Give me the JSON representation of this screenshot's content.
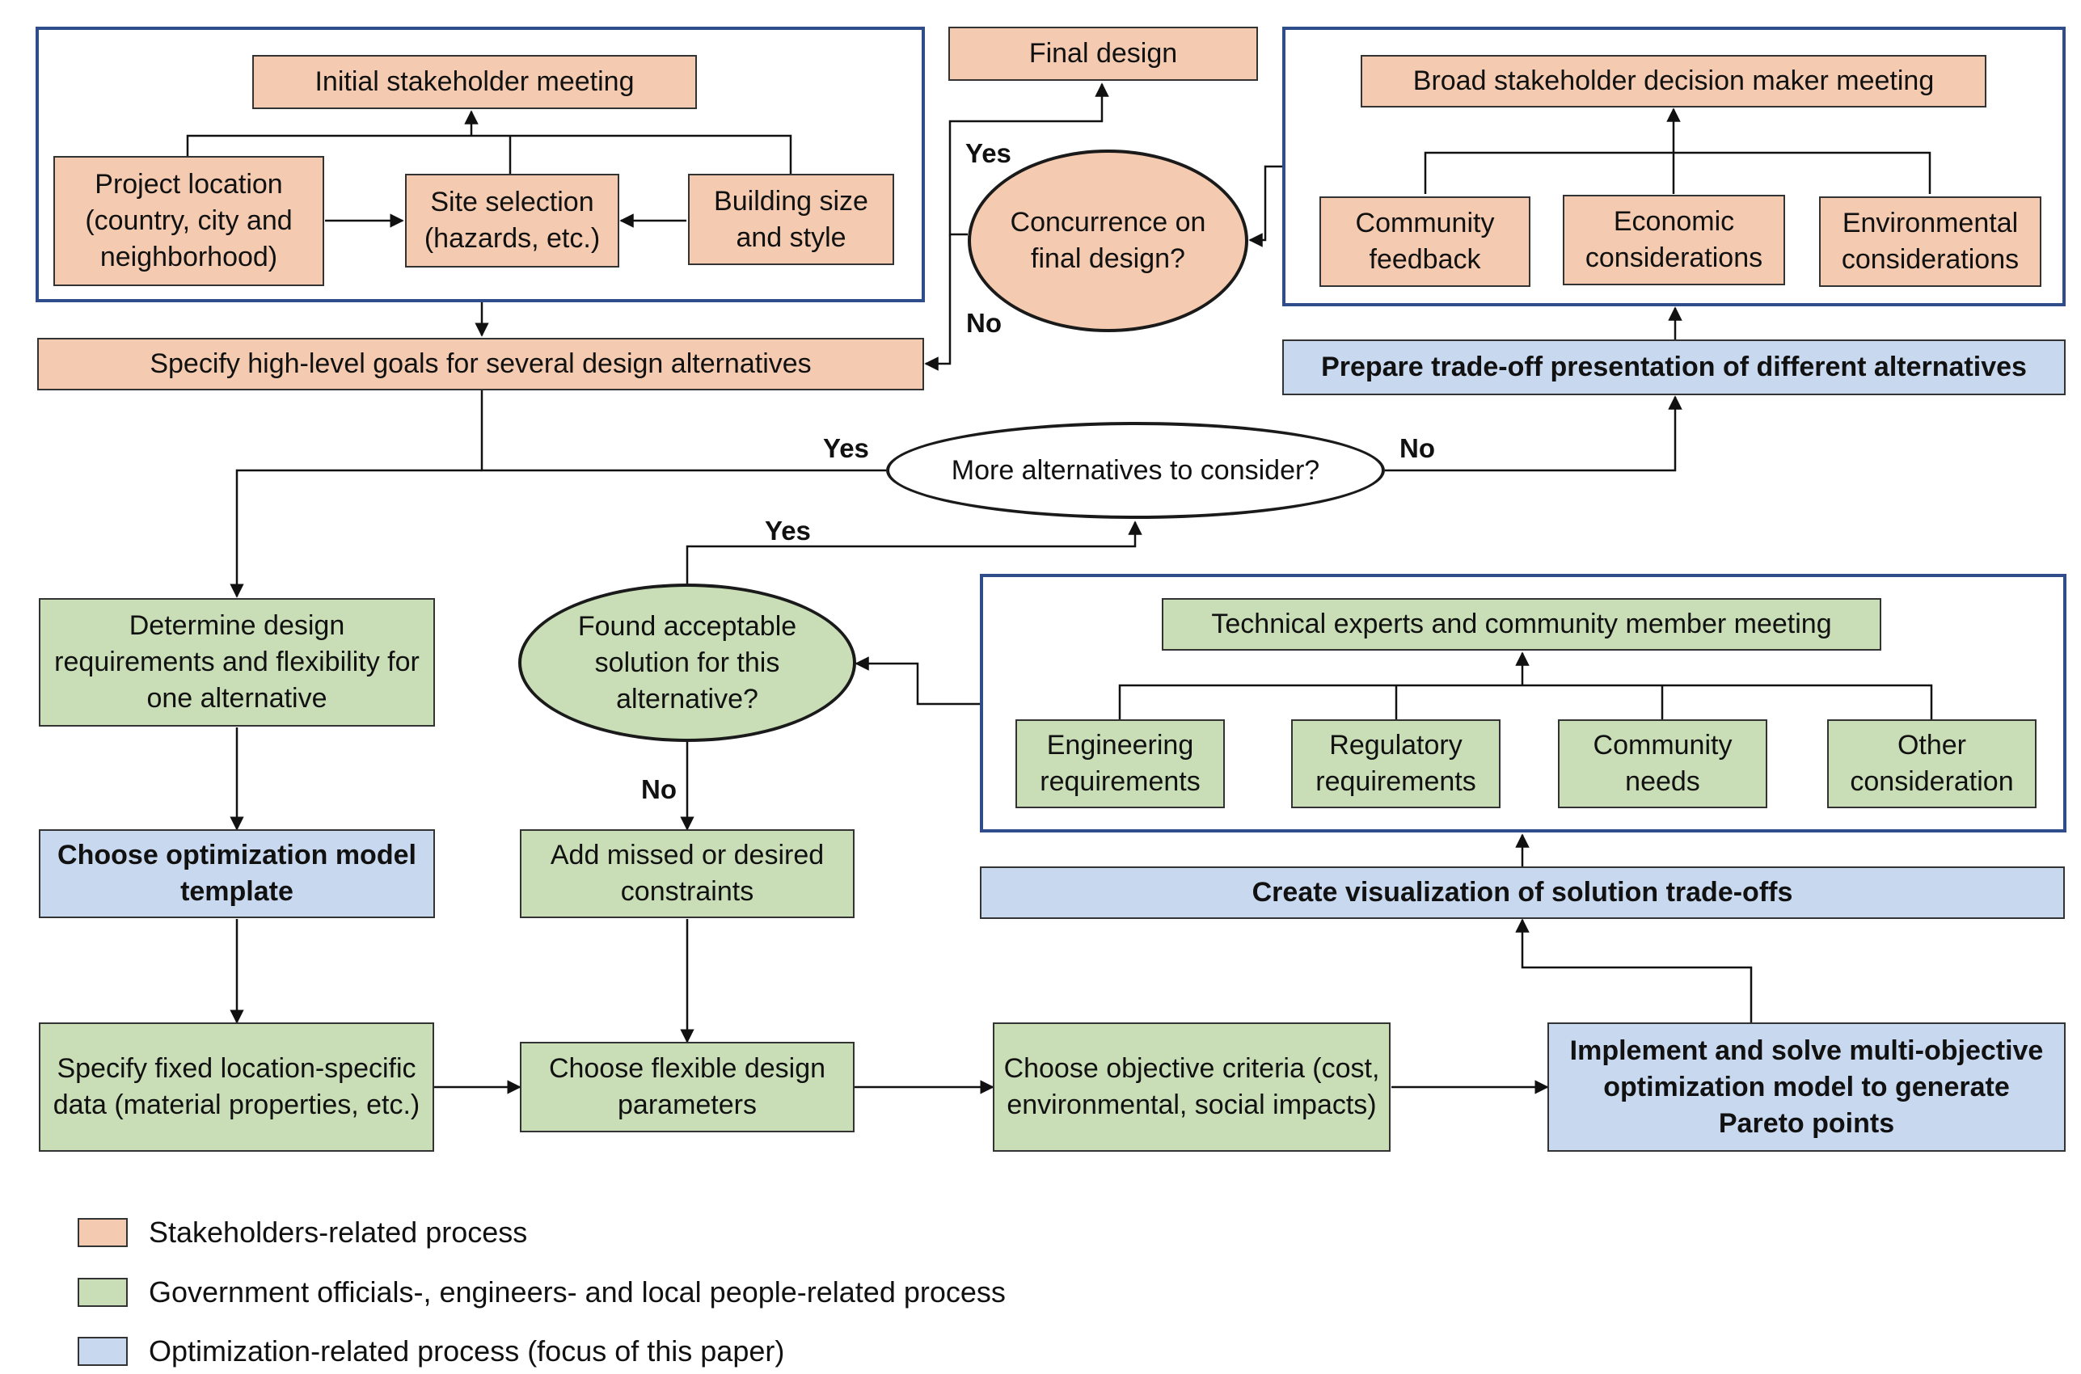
{
  "colors": {
    "stakeholder": "#f4cbb0",
    "government": "#c9deb7",
    "optimization": "#c8d8ee",
    "group_border": "#2f4d8a"
  },
  "nodes": {
    "initial_meeting": "Initial stakeholder meeting",
    "project_location": "Project location (country, city and neighborhood)",
    "site_selection": "Site selection (hazards, etc.)",
    "building_size": "Building size and style",
    "final_design": "Final design",
    "concurrence": "Concurrence on final design?",
    "broad_meeting": "Broad stakeholder decision maker meeting",
    "community_feedback": "Community feedback",
    "economic": "Economic considerations",
    "environmental": "Environmental considerations",
    "specify_goals": "Specify high-level goals for several design alternatives",
    "prepare_tradeoff": "Prepare trade-off presentation of different alternatives",
    "more_alternatives": "More alternatives to consider?",
    "determine_requirements": "Determine design requirements and flexibility for one alternative",
    "found_solution": "Found acceptable solution for this alternative?",
    "tech_meeting": "Technical experts and community member meeting",
    "engineering": "Engineering requirements",
    "regulatory": "Regulatory requirements",
    "community_needs": "Community needs",
    "other": "Other consideration",
    "choose_template": "Choose optimization model template",
    "add_constraints": "Add missed or desired constraints",
    "create_viz": "Create visualization of solution trade-offs",
    "specify_fixed": "Specify fixed location-specific data (material properties, etc.)",
    "choose_flexible": "Choose flexible design parameters",
    "choose_objective": "Choose objective criteria (cost, environmental, social impacts)",
    "implement": "Implement and solve multi-objective optimization model to generate Pareto points"
  },
  "edge_labels": {
    "concurrence_yes": "Yes",
    "concurrence_no": "No",
    "more_yes": "Yes",
    "more_no": "No",
    "found_yes": "Yes",
    "found_no": "No"
  },
  "legend": [
    {
      "color": "#f4cbb0",
      "label": "Stakeholders-related process"
    },
    {
      "color": "#c9deb7",
      "label": "Government officials-, engineers- and local people-related process"
    },
    {
      "color": "#c8d8ee",
      "label": "Optimization-related process (focus of this paper)"
    }
  ]
}
